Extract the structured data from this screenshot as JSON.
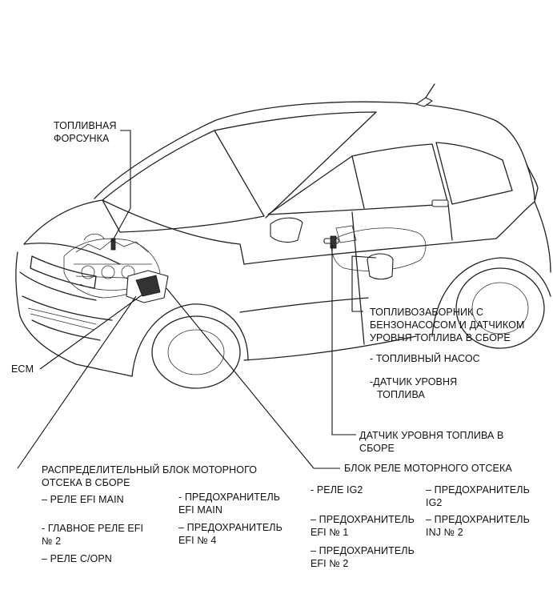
{
  "labels": {
    "injector": [
      "ТОПЛИВНАЯ",
      "ФОРСУНКА"
    ],
    "ecm": "ECM",
    "fuel_suction": [
      "ТОПЛИВОЗАБОРНИК С",
      "БЕНЗОНАСОСОМ И ДАТЧИКОМ",
      "УРОВНЯ ТОПЛИВА В СБОРЕ"
    ],
    "fuel_pump": "- ТОПЛИВНЫЙ НАСОС",
    "level_sensor_sub": [
      "-ДАТЧИК УРОВНЯ",
      "ТОПЛИВА"
    ],
    "level_sensor_assy": [
      "ДАТЧИК УРОВНЯ ТОПЛИВА В",
      "СБОРЕ"
    ],
    "engine_junction_block": [
      "РАСПРЕДЕЛИТЕЛЬНЫЙ БЛОК МОТОРНОГО",
      "ОТСЕКА В СБОРЕ"
    ],
    "ejb_items": {
      "efi_main_relay": "– РЕЛЕ EFI MAIN",
      "main_relay_efi2": [
        "- ГЛАВНОЕ РЕЛЕ EFI",
        "№ 2"
      ],
      "copn_relay": "– РЕЛЕ C/OPN",
      "fuse_efi_main": [
        "- ПРЕДОХРАНИТЕЛЬ",
        "EFI MAIN"
      ],
      "fuse_efi4": [
        "– ПРЕДОХРАНИТЕЛЬ",
        "EFI № 4"
      ]
    },
    "relay_block": "БЛОК РЕЛЕ МОТОРНОГО ОТСЕКА",
    "relay_items": {
      "ig2_relay": "- РЕЛЕ IG2",
      "fuse_ig2": [
        "– ПРЕДОХРАНИТЕЛЬ",
        "IG2"
      ],
      "fuse_efi1": [
        "– ПРЕДОХРАНИТЕЛЬ",
        "EFI № 1"
      ],
      "fuse_inj2": [
        "– ПРЕДОХРАНИТЕЛЬ",
        "INJ № 2"
      ],
      "fuse_efi2": [
        "– ПРЕДОХРАНИТЕЛЬ",
        "EFI № 2"
      ]
    }
  }
}
